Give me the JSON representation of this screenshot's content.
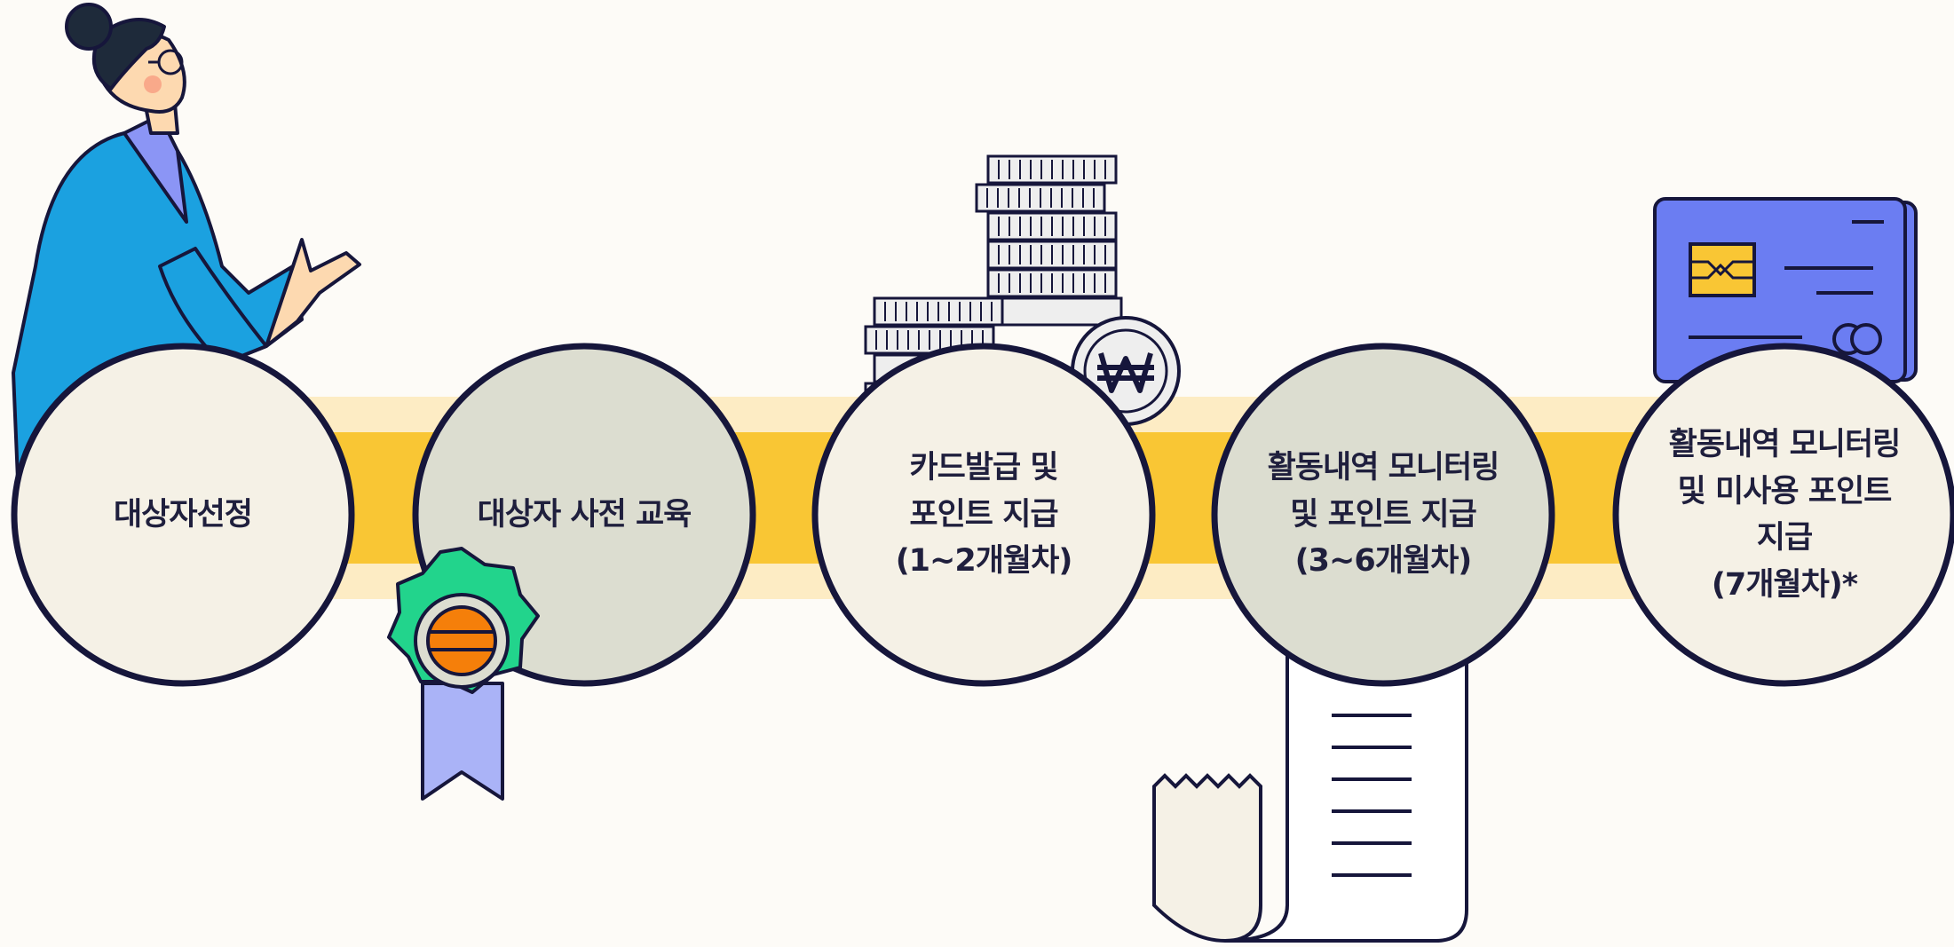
{
  "colors": {
    "outline": "#16163b",
    "band_light": "#fdecc4",
    "band": "#f9c634",
    "cream": "#f5f1e6",
    "grey": "#dcddd0",
    "teal": "#1ba1e0",
    "blue": "#6b7df2",
    "green": "#22d48c",
    "orange": "#f57f0a",
    "yellow": "#f9c634"
  },
  "steps": [
    {
      "lines": [
        "대상자선정"
      ]
    },
    {
      "lines": [
        "대상자 사전 교육"
      ]
    },
    {
      "lines": [
        "카드발급 및",
        "포인트 지급",
        "(1~2개월차)"
      ]
    },
    {
      "lines": [
        "활동내역 모니터링",
        "및 포인트 지급",
        "(3~6개월차)"
      ]
    },
    {
      "lines": [
        "활동내역 모니터링",
        "및 미사용 포인트",
        "지급",
        "(7개월차)*"
      ]
    }
  ],
  "icons": [
    "person-illustration",
    "award-badge-icon",
    "coin-stack-icon",
    "won-coin-icon",
    "receipt-icon",
    "credit-card-icon"
  ]
}
